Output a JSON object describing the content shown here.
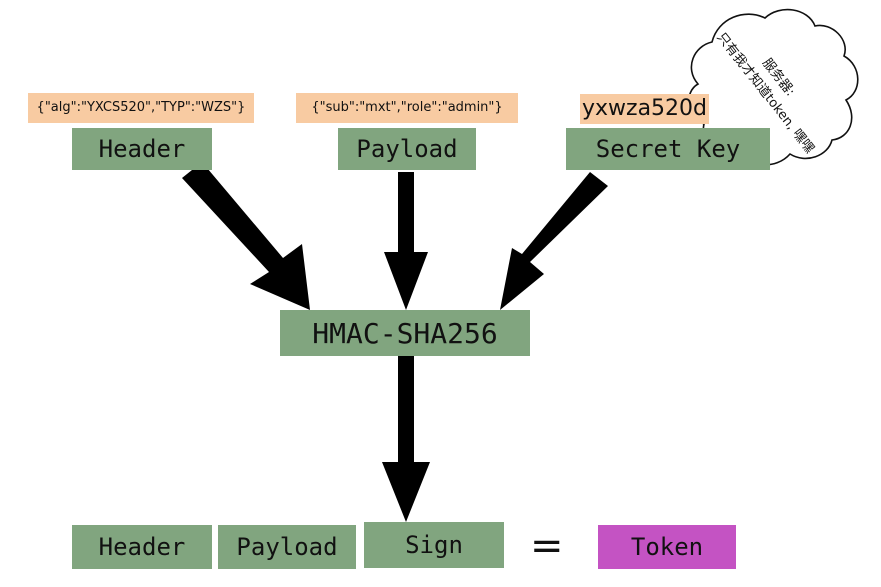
{
  "inputs": {
    "header": {
      "json": "{\"alg\":\"YXCS520\",\"TYP\":\"WZS\"}",
      "label": "Header"
    },
    "payload": {
      "json": "{\"sub\":\"mxt\",\"role\":\"admin\"}",
      "label": "Payload"
    },
    "secret": {
      "value": "yxwza520d",
      "label": "Secret Key"
    }
  },
  "algorithm": {
    "label": "HMAC-SHA256"
  },
  "output": {
    "header": "Header",
    "payload": "Payload",
    "sign": "Sign",
    "equals": "=",
    "token": "Token"
  },
  "cloud": {
    "line1": "服务器:",
    "line2": "只有我才知道token, 嘿嘿"
  },
  "colors": {
    "box_green": "#81a57f",
    "json_tag": "#f8cba2",
    "token_purple": "#c453c3",
    "arrow": "#000000"
  }
}
